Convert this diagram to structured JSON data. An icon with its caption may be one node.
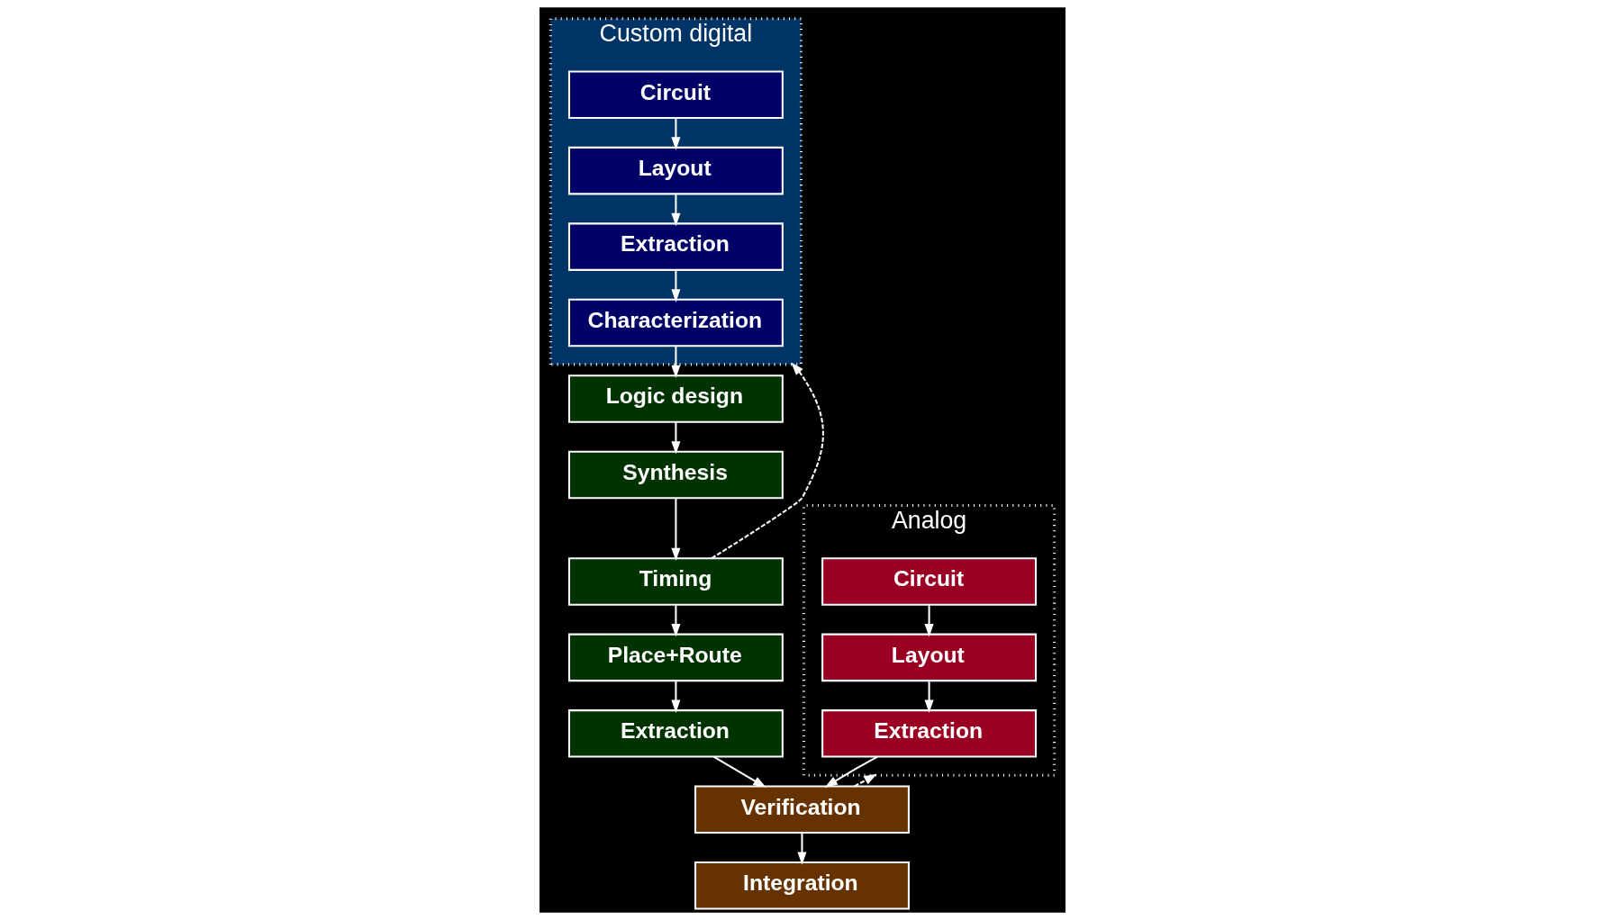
{
  "diagram": {
    "nodes": [
      {
        "text": [
          "Custom digital"
        ]
      },
      {
        "text": [
          "Circuit"
        ],
        "in": 0
      },
      {
        "text": [
          "Layout"
        ],
        "in": 0
      },
      {
        "text": [
          "Extraction"
        ],
        "in": 0
      },
      {
        "text": [
          "Characterization"
        ],
        "in": 0
      },
      {
        "text": [
          "Logic design"
        ]
      },
      {
        "text": [
          "Synthesis"
        ]
      },
      {
        "text": [
          "Timing"
        ]
      },
      {
        "text": [
          "Place+Route"
        ]
      },
      {
        "text": [
          "Extraction"
        ]
      },
      {
        "text": [
          "Analog"
        ]
      },
      {
        "text": [
          "Circuit"
        ],
        "in": 10
      },
      {
        "text": [
          "Layout"
        ],
        "in": 10
      },
      {
        "text": [
          "Extraction"
        ],
        "in": 10
      },
      {
        "text": [
          "Verification"
        ]
      },
      {
        "text": [
          "Integration"
        ]
      }
    ],
    "edges": [
      {
        "from": 1,
        "to": 2,
        "arrow": "to"
      },
      {
        "from": 2,
        "to": 3,
        "arrow": "to"
      },
      {
        "from": 3,
        "to": 4,
        "arrow": "to"
      },
      {
        "from": 4,
        "to": 5,
        "arrow": "to"
      },
      {
        "from": 5,
        "to": 6,
        "arrow": "to"
      },
      {
        "from": 6,
        "to": 7,
        "arrow": "to"
      },
      {
        "from": 7,
        "to": 0,
        "arrow": "to",
        "style": "dashed"
      },
      {
        "from": 7,
        "to": 8,
        "arrow": "to"
      },
      {
        "from": 8,
        "to": 9,
        "arrow": "to"
      },
      {
        "from": 11,
        "to": 12,
        "arrow": "to"
      },
      {
        "from": 12,
        "to": 13,
        "arrow": "to"
      },
      {
        "from": 9,
        "to": 14,
        "arrow": "to"
      },
      {
        "from": 13,
        "to": 14,
        "arrow": "to"
      },
      {
        "from": 14,
        "to": 10,
        "arrow": "to",
        "style": "dashed"
      },
      {
        "from": 14,
        "to": 15,
        "arrow": "to"
      }
    ]
  }
}
